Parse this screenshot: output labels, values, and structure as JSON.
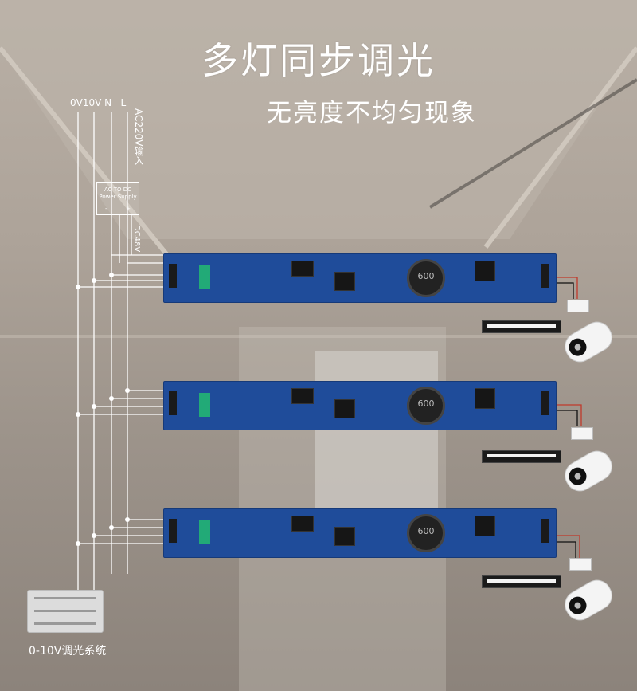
{
  "header": {
    "title": "多灯同步调光",
    "subtitle": "无亮度不均匀现象"
  },
  "wiring": {
    "terminal_label": "0V10V N   L",
    "ac_input_label": "AC220V输入",
    "dc_label": "DC48V",
    "psu_line1": "AC TO DC",
    "psu_line2": "Power Supply",
    "psu_minus": "-",
    "psu_plus": "+"
  },
  "system": {
    "label": "0-10V调光系统"
  },
  "boards": [
    {
      "coil_label": "600"
    },
    {
      "coil_label": "600"
    },
    {
      "coil_label": "600"
    }
  ],
  "colors": {
    "pcb": "#1f4c9a",
    "wire": "#ffffff",
    "lamp": "#f4f4f4"
  }
}
